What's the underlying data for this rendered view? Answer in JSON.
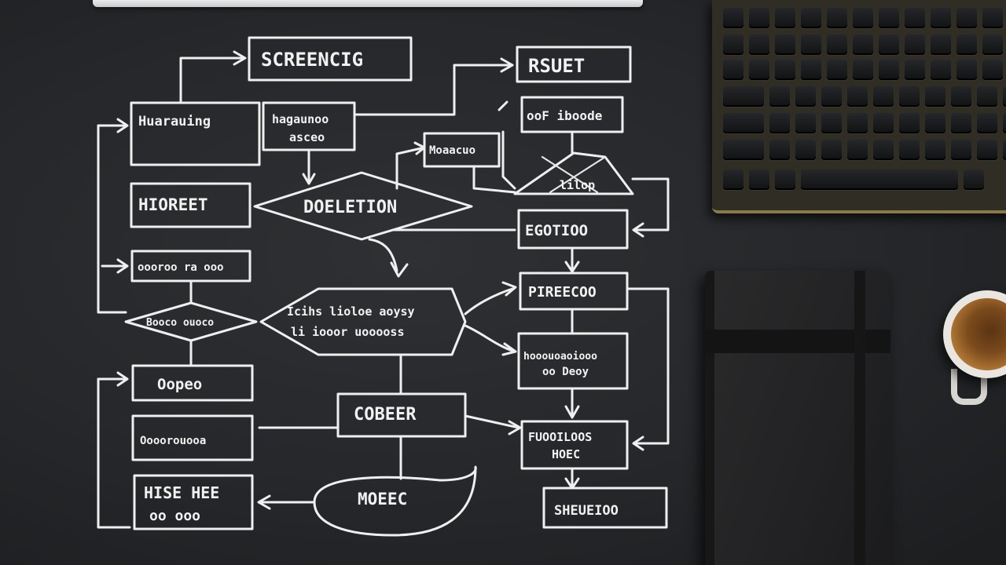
{
  "scene": {
    "description_objects": [
      "chalkboard-flowchart",
      "laptop-edge",
      "keyboard",
      "notebook",
      "coffee-cup"
    ]
  },
  "flowchart": {
    "boxes": {
      "top_center": "SCREENCIG",
      "top_right": "RSUET",
      "left_1": "Huarauing",
      "mid_note_1": "hagaunoo",
      "mid_note_2": "asceo",
      "left_2": "HIOREET",
      "diamond_1": "DOELETION",
      "small_mid": "Moaacuo",
      "right_1": "ooF iboode",
      "right_tri": "lilop",
      "right_2": "EGOTIOO",
      "left_3": "oooroo ra ooo",
      "diamond_2": "Booco ouoco",
      "big_diamond_1": "Icihs lioloe aoysy",
      "big_diamond_2": "li iooor uooooss",
      "right_3": "PIREECOO",
      "right_4a": "hooouoaoiooo",
      "right_4b": "oo Deoy",
      "left_4": "Oopeo",
      "center_box": "COBEER",
      "left_5": "Oooorouooa",
      "right_5a": "FUOOILOOS",
      "right_5b": "HOEC",
      "left_6a": "HISE HEE",
      "left_6b": "oo ooo",
      "ellipse": "MOEEC",
      "right_6": "SHEUEIOO"
    }
  }
}
